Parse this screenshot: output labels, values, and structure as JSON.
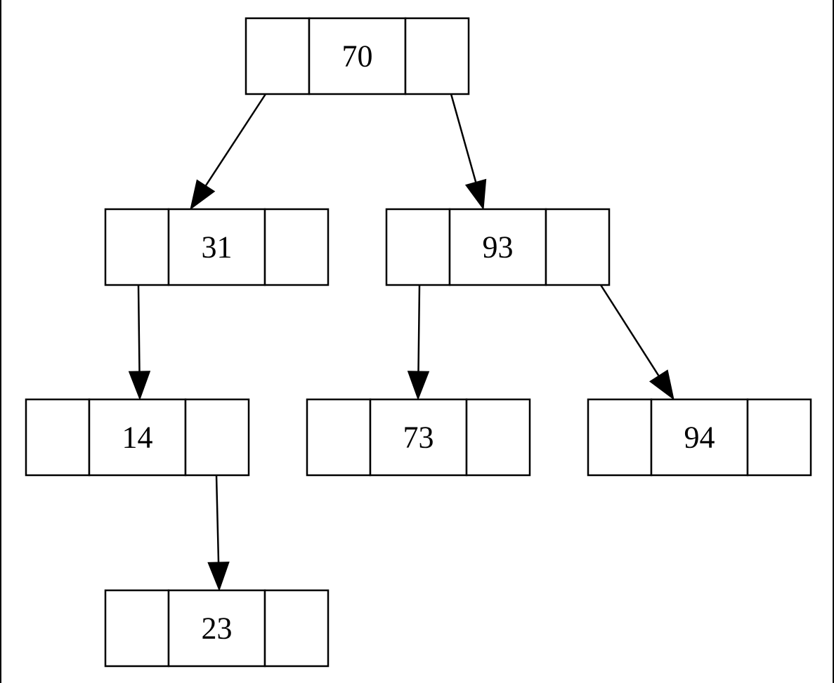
{
  "tree": {
    "nodes": [
      {
        "id": "n70",
        "key": "70"
      },
      {
        "id": "n31",
        "key": "31"
      },
      {
        "id": "n93",
        "key": "93"
      },
      {
        "id": "n14",
        "key": "14"
      },
      {
        "id": "n73",
        "key": "73"
      },
      {
        "id": "n94",
        "key": "94"
      },
      {
        "id": "n23",
        "key": "23"
      }
    ],
    "edges": [
      {
        "from": "n70",
        "side": "left",
        "to": "n31"
      },
      {
        "from": "n70",
        "side": "right",
        "to": "n93"
      },
      {
        "from": "n31",
        "side": "left",
        "to": "n14"
      },
      {
        "from": "n93",
        "side": "left",
        "to": "n73"
      },
      {
        "from": "n93",
        "side": "right",
        "to": "n94"
      },
      {
        "from": "n14",
        "side": "right",
        "to": "n23"
      }
    ]
  },
  "colors": {
    "line": "#000000",
    "background": "#ffffff"
  }
}
